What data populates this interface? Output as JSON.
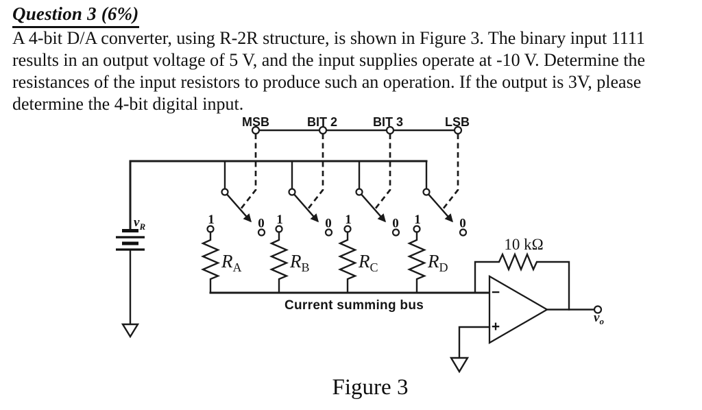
{
  "question": {
    "title": "Question 3 (6%)",
    "body_lines": [
      "A 4-bit D/A converter, using R-2R structure, is shown in Figure 3. The binary input 1111",
      "results in an output voltage of 5 V, and the input supplies operate at -10 V. Determine the",
      "resistances of the input resistors to produce such an operation. If the output is 3V, please",
      "determine the 4-bit digital input."
    ]
  },
  "figure": {
    "caption": "Figure 3",
    "terminals": [
      {
        "label": "MSB"
      },
      {
        "label": "BIT 2"
      },
      {
        "label": "BIT 3"
      },
      {
        "label": "LSB"
      }
    ],
    "switch_positions": {
      "one": "1",
      "zero": "0"
    },
    "resistors": [
      {
        "symbol": "R",
        "sub": "A"
      },
      {
        "symbol": "R",
        "sub": "B"
      },
      {
        "symbol": "R",
        "sub": "C"
      },
      {
        "symbol": "R",
        "sub": "D"
      }
    ],
    "reference_source": {
      "symbol": "v",
      "sub": "R"
    },
    "feedback_resistor": "10 kΩ",
    "bus_label": "Current summing bus",
    "opamp": {
      "inverting_label": "−",
      "noninverting_label": "+"
    },
    "output": {
      "symbol": "v",
      "sub": "o"
    }
  },
  "colors": {
    "ink": "#1a1a1a",
    "paper": "#ffffff"
  }
}
